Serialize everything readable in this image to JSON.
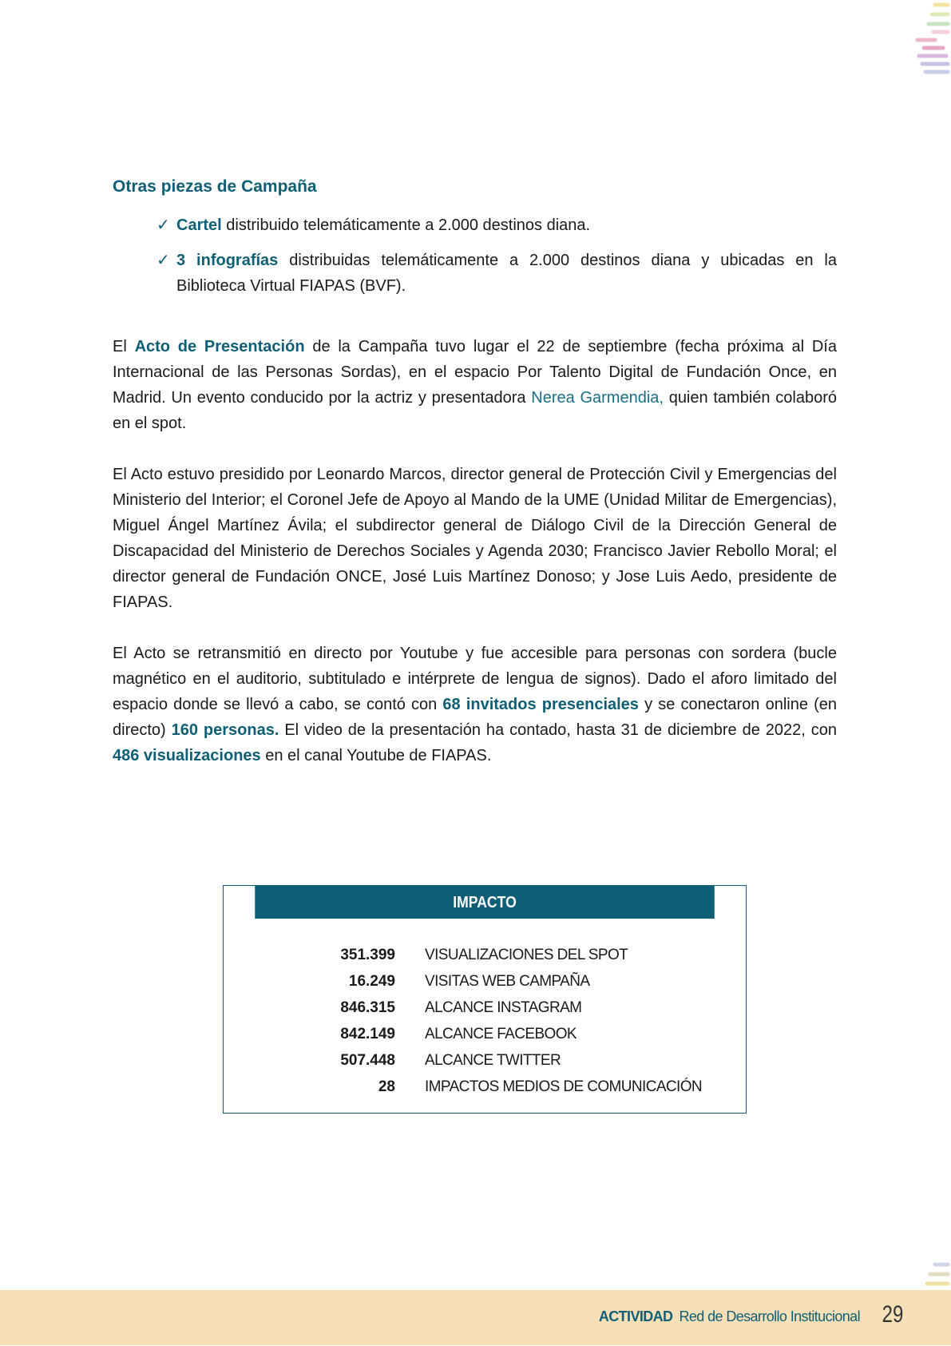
{
  "section_title": "Otras piezas de Campaña",
  "checklist": [
    {
      "highlight": "Cartel",
      "text": " distribuido telemáticamente a 2.000 destinos diana."
    },
    {
      "highlight": "3 infografías",
      "text": " distribuidas telemáticamente a 2.000 destinos diana y ubicadas en la Biblioteca Virtual FIAPAS (BVF)."
    }
  ],
  "paragraph1": {
    "t1": "El ",
    "hl1": "Acto de Presentación",
    "t2": " de la Campaña tuvo lugar el 22 de septiembre (fecha próxima al Día Internacional de las Personas Sordas), en el espacio Por Talento Digital de Fundación Once, en Madrid. Un evento conducido por la actriz y presentadora ",
    "link": "Nerea Garmendia,",
    "t3": " quien también colaboró en el spot."
  },
  "paragraph2": "El Acto estuvo presidido por Leonardo Marcos, director general de Protección Civil y Emergencias del Ministerio del Interior; el Coronel Jefe de Apoyo al Mando de la UME (Unidad Militar de Emergencias), Miguel Ángel Martínez Ávila; el subdirector general de Diálogo Civil de la Dirección General de Discapacidad del Ministerio de Derechos Sociales y Agenda 2030; Francisco Javier Rebollo Moral; el director general de Fundación ONCE, José Luis Martínez Donoso; y Jose Luis Aedo, presidente de FIAPAS.",
  "paragraph3": {
    "t1": "El Acto se retransmitió en directo por Youtube y fue accesible para personas con sordera (bucle magnético en el auditorio, subtitulado e intérprete de lengua de signos). Dado el aforo limitado del espacio donde se llevó a cabo, se contó con ",
    "hl1": "68 invitados presenciales",
    "t2": " y se conectaron online (en directo) ",
    "hl2": "160 personas.",
    "t3": " El video de la presentación ha contado, hasta 31 de diciembre de 2022, con ",
    "hl3": "486 visualizaciones",
    "t4": " en el canal Youtube de FIAPAS."
  },
  "impact": {
    "title": "IMPACTO",
    "rows": [
      {
        "value": "351.399",
        "label": "VISUALIZACIONES DEL SPOT"
      },
      {
        "value": "16.249",
        "label": "VISITAS WEB CAMPAÑA"
      },
      {
        "value": "846.315",
        "label": "ALCANCE INSTAGRAM"
      },
      {
        "value": "842.149",
        "label": "ALCANCE FACEBOOK"
      },
      {
        "value": "507.448",
        "label": "ALCANCE TWITTER"
      },
      {
        "value": "28",
        "label": "IMPACTOS MEDIOS DE COMUNICACIÓN"
      }
    ]
  },
  "footer": {
    "section": "ACTIVIDAD",
    "subtitle": "Red de Desarrollo Institucional",
    "page": "29"
  },
  "colors": {
    "accent": "#0e5f75",
    "footer_bg": "#f7dfb7"
  }
}
